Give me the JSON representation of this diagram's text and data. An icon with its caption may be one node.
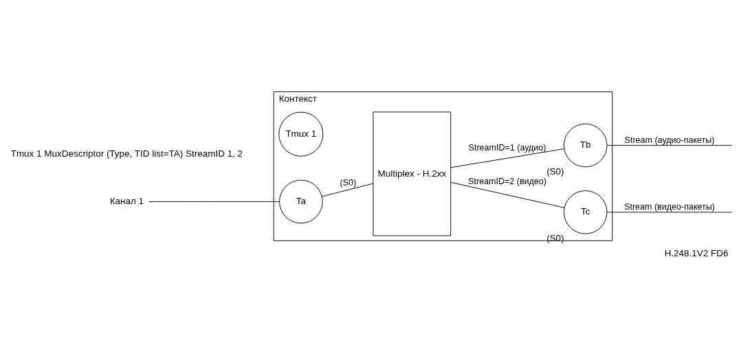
{
  "diagram": {
    "caption": "H.248.1V2 FD6",
    "nodes": [
      {
        "text": [
          "Контекст"
        ]
      },
      {
        "text": [
          "Tmux 1"
        ],
        "in": 0
      },
      {
        "text": [
          "Ta"
        ],
        "in": 0
      },
      {
        "text": [
          "Multiplex - H.2xx"
        ],
        "in": 0
      },
      {
        "text": [
          "Tb"
        ],
        "in": 0,
        "beside": [
          "(S0)"
        ]
      },
      {
        "text": [
          "Tc"
        ],
        "in": 0,
        "beside": [
          "(S0)"
        ]
      },
      {
        "text": [
          "Канал 1"
        ]
      }
    ],
    "edges": [
      {
        "from": 6,
        "to": 2,
        "arrow": "none"
      },
      {
        "from": 2,
        "to": 3,
        "arrow": "none",
        "label": "(S0)"
      },
      {
        "from": 3,
        "to": 4,
        "arrow": "none",
        "label": "StreamID=1 (аудио)"
      },
      {
        "from": 3,
        "to": 5,
        "arrow": "none",
        "label": "StreamID=2 (видео)"
      },
      {
        "from": 4,
        "to": null,
        "arrow": "none",
        "label": "Stream (аудио-пакеты)"
      },
      {
        "from": 5,
        "to": null,
        "arrow": "none",
        "label": "Stream (видео-пакеты)"
      }
    ],
    "labels": [
      "Tmux 1 MuxDescriptor (Type, TID list=TA) StreamID 1, 2"
    ]
  }
}
